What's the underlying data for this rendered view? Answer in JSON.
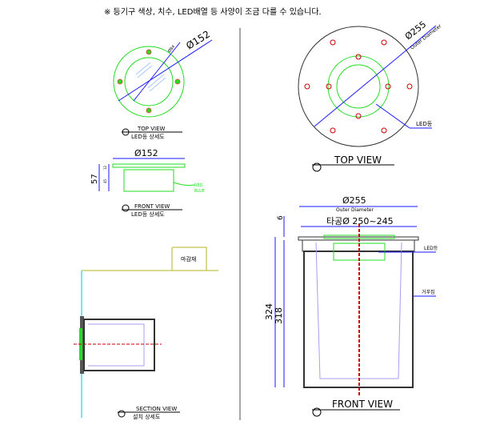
{
  "note": "※ 등기구 색상, 치수, LED배열 등 사양이 조금 다를 수 있습니다.",
  "top_view_small": {
    "dim": "Ø152",
    "inner_dim": "Ø84",
    "title": "TOP VIEW",
    "subtitle": "LED등 상세도"
  },
  "front_view_small": {
    "width_dim": "Ø152",
    "height_dim": "57",
    "top_dim": "12",
    "body_dim": "45",
    "wire_red": "RED",
    "wire_blue": "BLUE",
    "title": "FRONT VIEW",
    "subtitle": "LED등 상세도"
  },
  "section_view": {
    "finish_label": "마감재",
    "title": "SECTION VIEW",
    "subtitle": "설치 상세도"
  },
  "top_view_large": {
    "dim": "Ø255",
    "dim_caption": "Outer Diameter",
    "led_label": "LED등",
    "title": "TOP VIEW"
  },
  "front_view_large": {
    "outer_dim": "Ø255",
    "outer_caption": "Outer Diameter",
    "hole_dim": "타공Ø 250~245",
    "flange_dim": "6",
    "total_height": "324",
    "body_height": "318",
    "led_label": "LED등",
    "formwork_label": "거푸집",
    "title": "FRONT VIEW"
  },
  "colors": {
    "green": "#22dd22",
    "blue": "#1a1aff",
    "red": "#ff2222",
    "purple": "#a99cf0"
  }
}
